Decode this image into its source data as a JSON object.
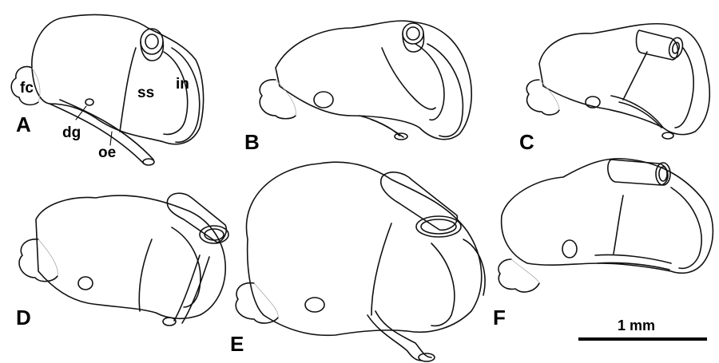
{
  "panels": [
    {
      "letter": "A"
    },
    {
      "letter": "B"
    },
    {
      "letter": "C"
    },
    {
      "letter": "D"
    },
    {
      "letter": "E"
    },
    {
      "letter": "F"
    }
  ],
  "parts": {
    "fc": "fc",
    "dg": "dg",
    "ss": "ss",
    "in": "in",
    "oe": "oe"
  },
  "scale_bar": {
    "label": "1 mm"
  }
}
